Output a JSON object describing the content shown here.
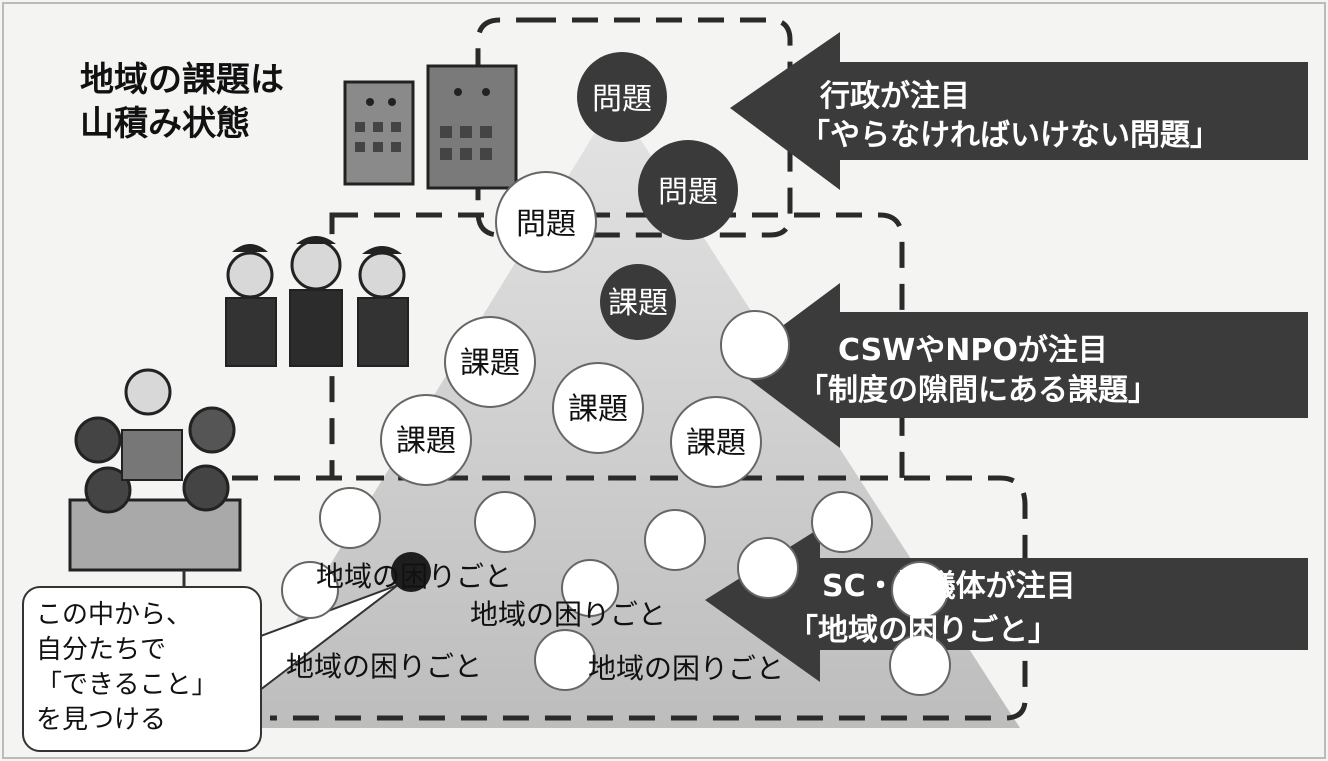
{
  "title": {
    "line1": "地域の課題は",
    "line2": "山積み状態"
  },
  "arrows": [
    {
      "line1": "行政が注目",
      "line2": "「やらなければいけない問題」"
    },
    {
      "line1": "CSWやNPOが注目",
      "line2": "「制度の隙間にある課題」"
    },
    {
      "line1": "SC・協議体が注目",
      "line2": "「地域の困りごと」"
    }
  ],
  "circles": {
    "mondai": [
      "問題",
      "問題",
      "問題"
    ],
    "kadai": [
      "課題",
      "課題",
      "課題",
      "課題",
      "課題"
    ],
    "komarigoto": [
      "地域の困りごと",
      "地域の困りごと",
      "地域の困りごと",
      "地域の困りごと"
    ]
  },
  "callout": {
    "line1": "この中から、",
    "line2": "自分たちで",
    "line3": "「できること」",
    "line4": "を見つける"
  },
  "colors": {
    "circle_dark": "#3a3a3a",
    "arrow": "#3b3b3b",
    "pyramid": "#cfcfcf"
  }
}
